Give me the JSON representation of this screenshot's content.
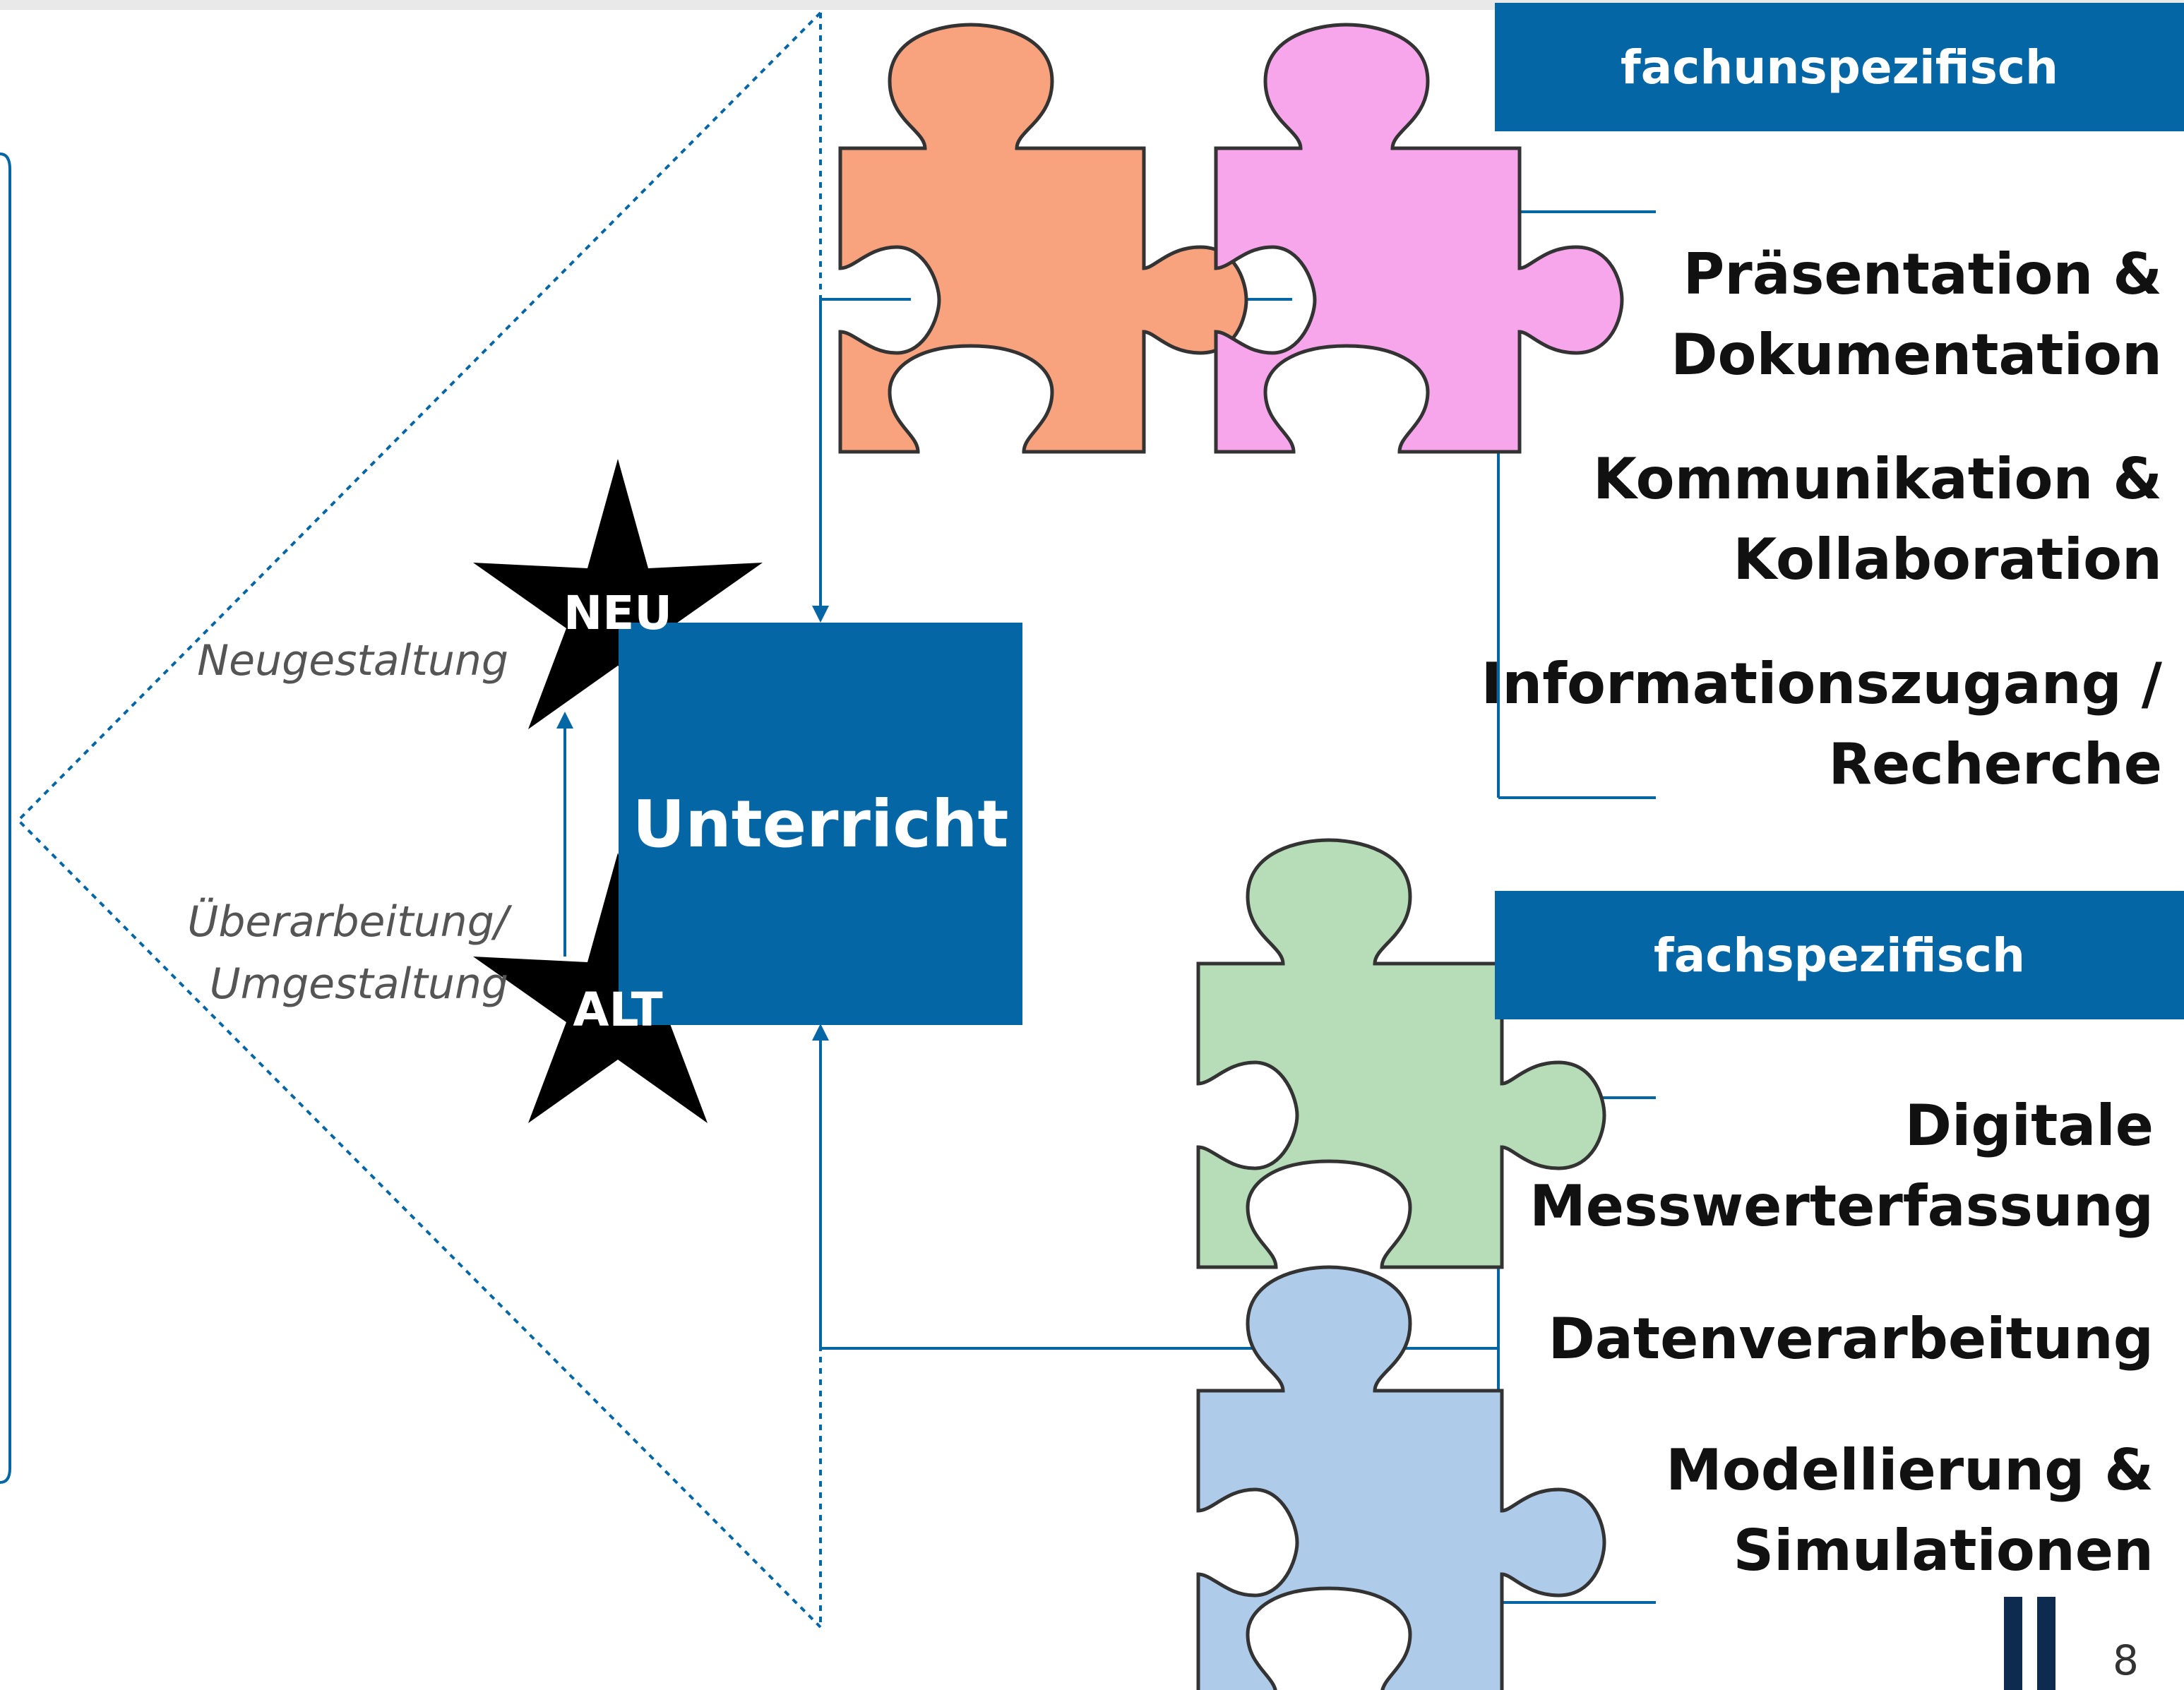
{
  "categories": {
    "general_header": "fachunspezifisch",
    "subject_header": "fachspezifisch"
  },
  "general_items": [
    "Präsentation &\nDokumentation",
    "Kommunikation &\nKollaboration",
    "Informationszugang /\nRecherche"
  ],
  "subject_items": [
    "Digitale\nMesswerterfassung",
    "Datenverarbeitung",
    "Modellierung &\nSimulationen"
  ],
  "center_label": "Unterricht",
  "badges": {
    "new": "NEU",
    "old": "ALT"
  },
  "captions": {
    "redesign": "Neugestaltung",
    "revision": "Überarbeitung/\nUmgestaltung"
  },
  "page_number": "8",
  "colors": {
    "brand_blue": "#0566a6",
    "dark_navy": "#0d2a4f",
    "piece_orange": "#f9a27e",
    "piece_pink": "#f7a6ec",
    "piece_green": "#b6ddb7",
    "piece_blue": "#aecbea"
  }
}
